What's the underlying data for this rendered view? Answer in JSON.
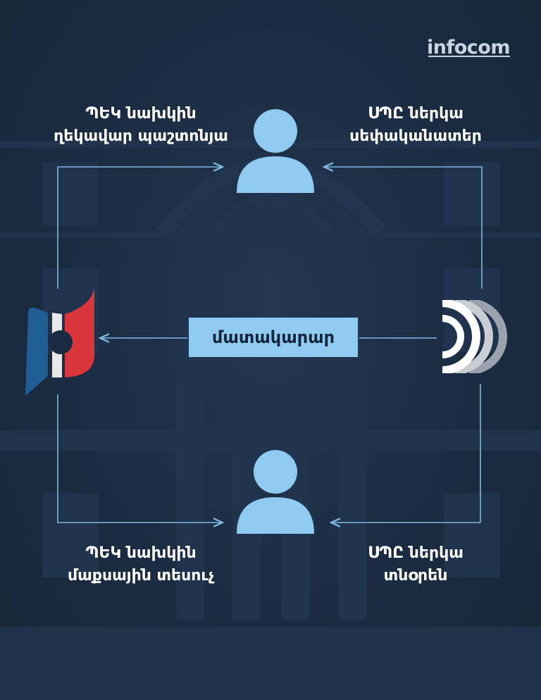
{
  "brand": {
    "name": "infocom"
  },
  "labels": {
    "top_left": [
      "ՊԵԿ նախկին",
      "ղեկավար պաշտոնյա"
    ],
    "top_right": [
      "ՍՊԸ ներկա",
      "սեփականատեր"
    ],
    "bottom_left": [
      "ՊԵԿ նախկին",
      "մաքսային տեսուչ"
    ],
    "bottom_right": [
      "ՍՊԸ ներկա",
      "տնօրեն"
    ]
  },
  "center": {
    "label": "մատակարար"
  },
  "icons": {
    "top_person": "person-icon",
    "bottom_person": "person-icon",
    "left_logo": "src-logo-icon",
    "right_logo": "company-d-logo-icon"
  },
  "colors": {
    "background": "#1b2c42",
    "line": "#7fb8de",
    "person": "#8fcaf0",
    "box": "#8fcaf0",
    "logo_blue": "#1f5d94",
    "logo_red": "#d9353b",
    "logo_white": "#e8e8e8"
  }
}
